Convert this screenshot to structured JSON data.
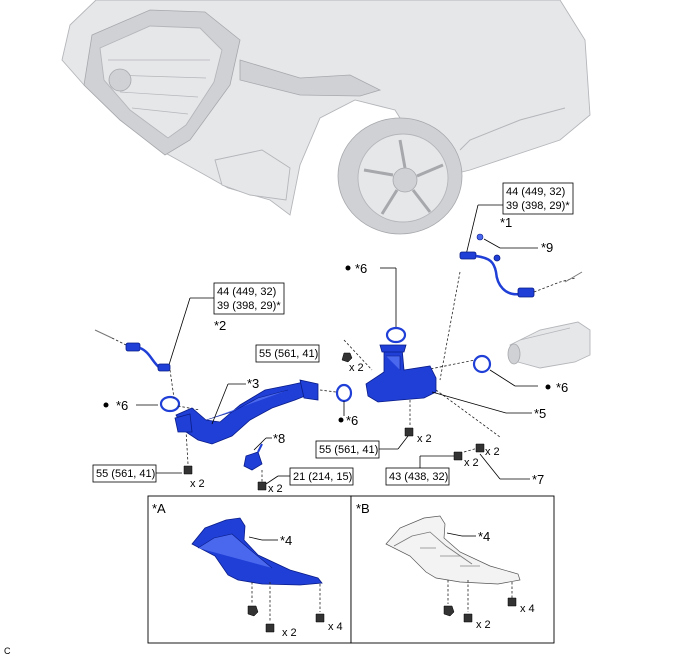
{
  "labels": {
    "star1": "*1",
    "star2": "*2",
    "star3": "*3",
    "star4a": "*4",
    "star4b": "*4",
    "star5": "*5",
    "star6_top": "*6",
    "star6_left": "*6",
    "star6_mid": "*6",
    "star6_right": "*6",
    "star7": "*7",
    "star8": "*8",
    "star9": "*9",
    "inset_a": "*A",
    "inset_b": "*B",
    "corner": "C"
  },
  "torque": {
    "box1_line1": "44 (449, 32)",
    "box1_line2": "39 (398, 29)*",
    "box2_line1": "44 (449, 32)",
    "box2_line2": "39 (398, 29)*",
    "t55_upper": "55 (561, 41)",
    "t55_mid": "55 (561, 41)",
    "t55_left": "55 (561, 41)",
    "t21": "21 (214, 15)",
    "t43": "43 (438, 32)"
  },
  "qty": {
    "x2_upper": "x 2",
    "x2_mid": "x 2",
    "x2_left": "x 2",
    "x2_21": "x 2",
    "x2_43": "x 2",
    "x2_43b": "x 2",
    "a_x2": "x 2",
    "a_x4": "x 4",
    "b_x2": "x 2",
    "b_x4": "x 4"
  },
  "colors": {
    "part": "#1f3fd6",
    "vehicle": "#e6e7e9"
  }
}
